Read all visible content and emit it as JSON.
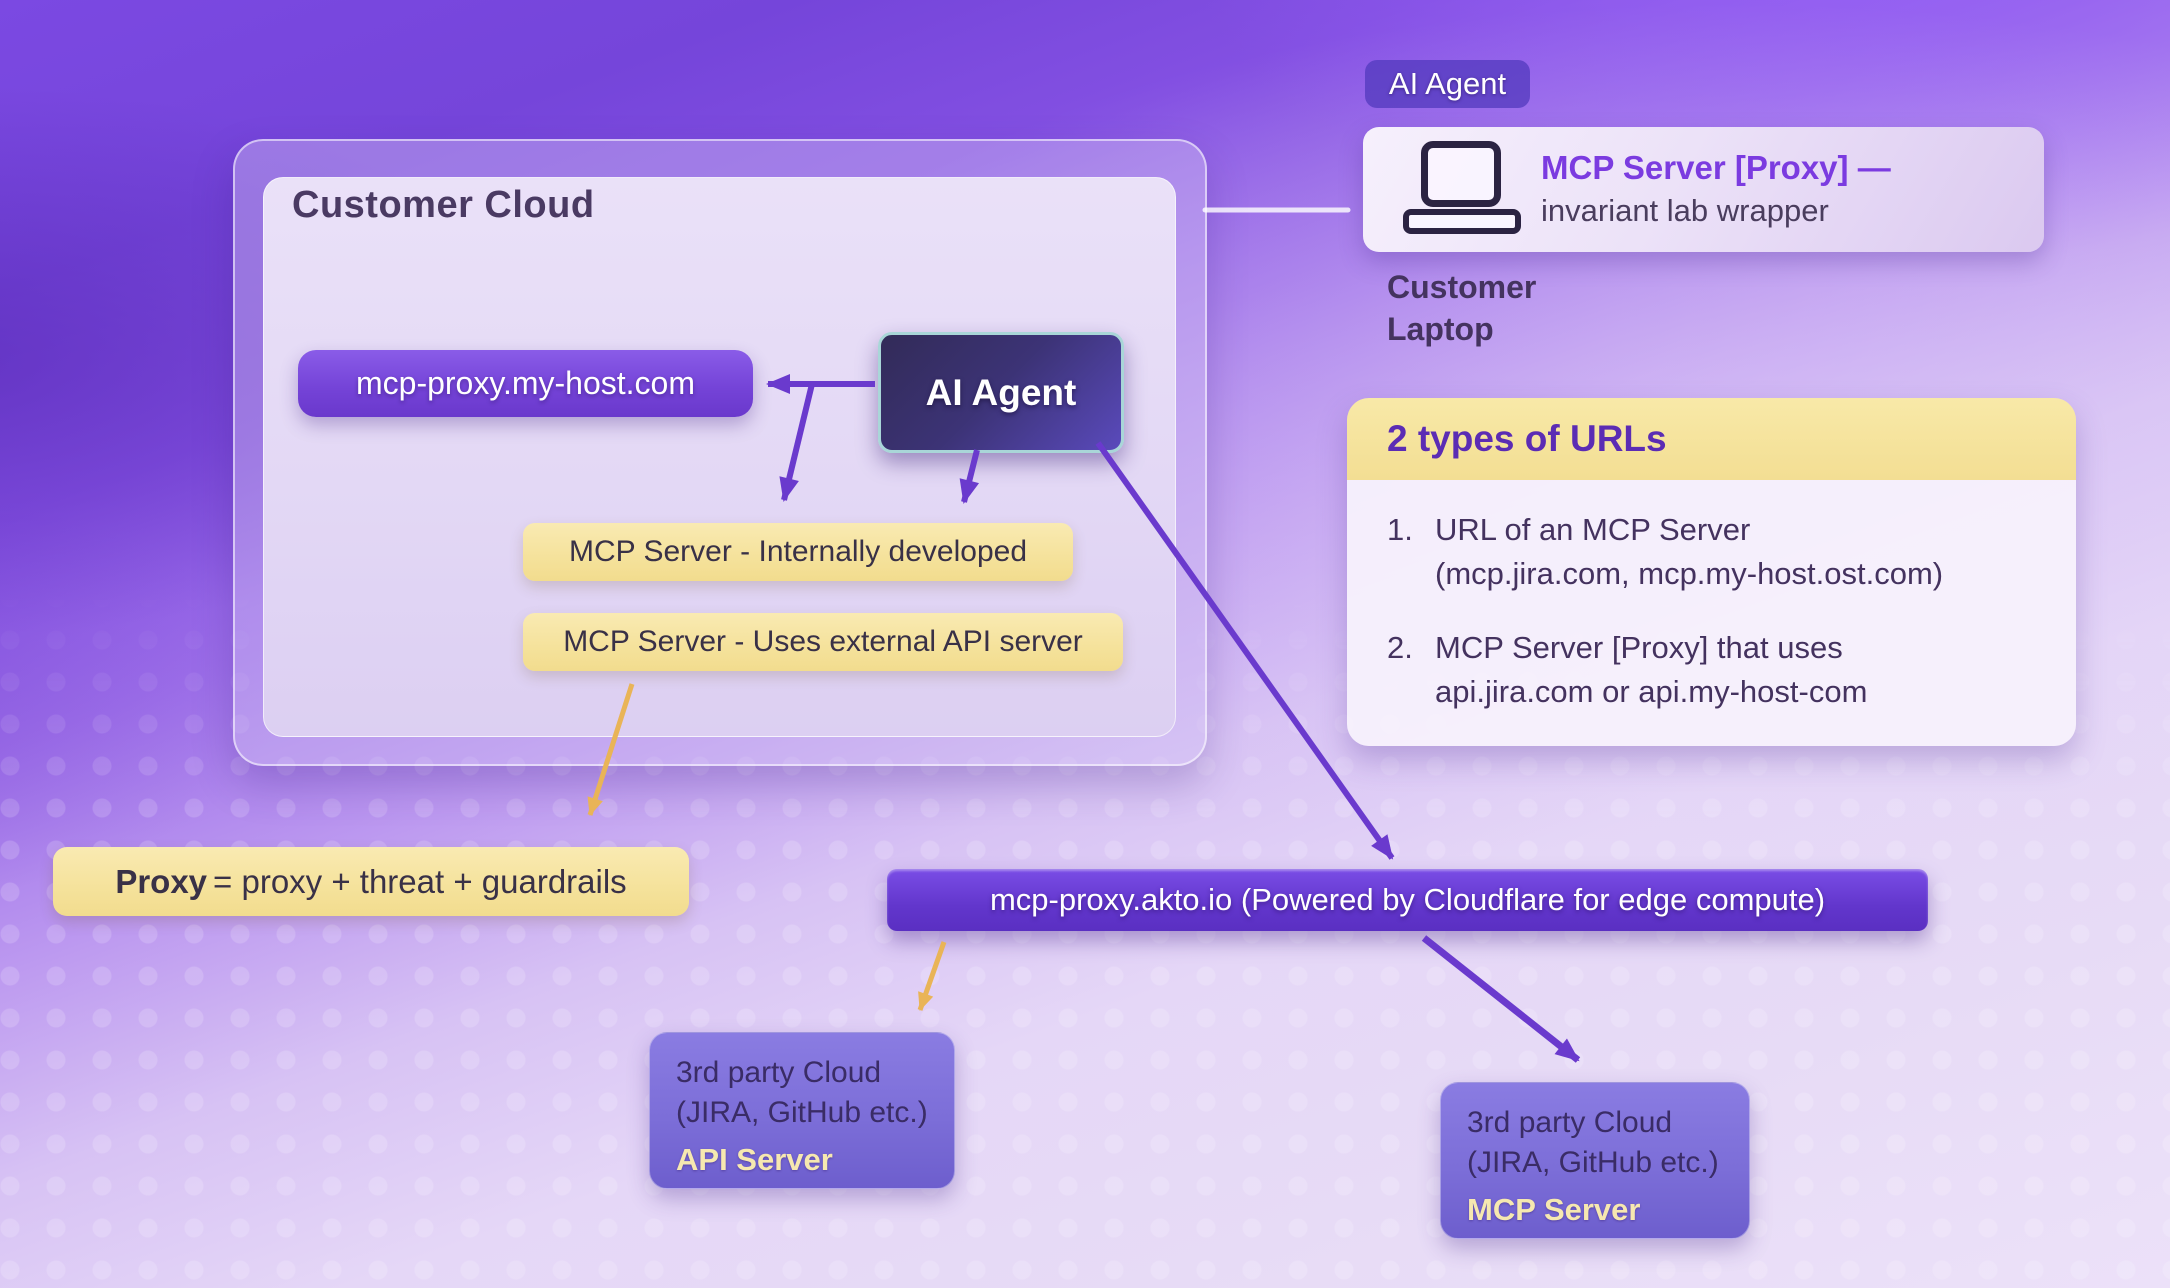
{
  "customer_cloud": {
    "title": "Customer Cloud",
    "proxy_host_pill": "mcp-proxy.my-host.com",
    "ai_agent_label": "AI Agent",
    "mcp_internal": "MCP Server - Internally developed",
    "mcp_external": "MCP Server - Uses external API server"
  },
  "proxy_note": {
    "bold": "Proxy",
    "rest": "= proxy + threat + guardrails"
  },
  "akto_banner": "mcp-proxy.akto.io (Powered by Cloudflare for edge compute)",
  "laptop": {
    "agent_badge": "AI Agent",
    "title": "MCP Server [Proxy] —",
    "subtitle": "invariant lab wrapper",
    "caption_line1": "Customer",
    "caption_line2": "Laptop",
    "icon": "laptop-icon"
  },
  "url_types": {
    "title": "2 types of URLs",
    "items": [
      {
        "num": "1.",
        "line1": "URL of an MCP Server",
        "line2": "(mcp.jira.com, mcp.my-host.ost.com)"
      },
      {
        "num": "2.",
        "line1": "MCP Server [Proxy] that uses",
        "line2": "api.jira.com or api.my-host-com"
      }
    ]
  },
  "third_party_api": {
    "line1": "3rd party Cloud",
    "line2": "(JIRA, GitHub etc.)",
    "label": "API Server"
  },
  "third_party_mcp": {
    "line1": "3rd party Cloud",
    "line2": "(JIRA, GitHub etc.)",
    "label": "MCP Server"
  },
  "colors": {
    "background_top": "#7b49e2",
    "background_bottom": "#ece1f9",
    "accent_purple": "#6a3acd",
    "accent_orange": "#e9b457",
    "note_yellow": "#f5e29b",
    "box_purple": "#7c6ed8",
    "label_yellow": "#f6e8b0",
    "title_purple": "#5b2cb4"
  }
}
